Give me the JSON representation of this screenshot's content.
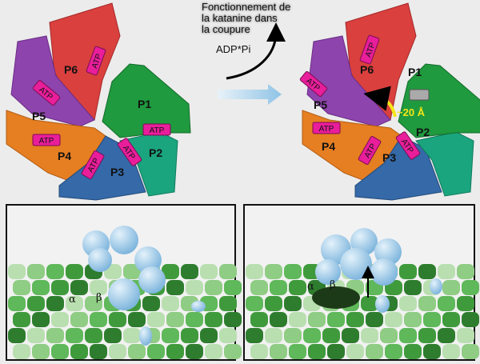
{
  "title": [
    "Fonctionnement de",
    "la katanine dans",
    "la coupure"
  ],
  "reaction_label": "ADP*Pi",
  "subunits": [
    "P1",
    "P2",
    "P3",
    "P4",
    "P5",
    "P6"
  ],
  "atp_label": "ATP",
  "distance_label": "~20 Å",
  "alpha": "α",
  "beta": "β",
  "colors": {
    "P1": "#1f9a3e",
    "P2": "#1aa57f",
    "P3": "#3569a8",
    "P4": "#e67e22",
    "P5": "#8e44ad",
    "P6": "#d9403e",
    "atp": "#e91e9b",
    "arrow_yellow": "#f5e61a",
    "transition_arrow": "#a8cfe8",
    "microtubule": "#5fb85a",
    "katanine": "#9ccbe8"
  }
}
